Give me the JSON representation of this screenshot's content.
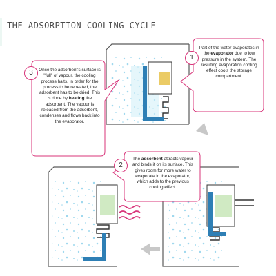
{
  "title": "THE ADSORPTION COOLING CYCLE",
  "colors": {
    "accent": "#d8357a",
    "cabinet": "#5a5a5a",
    "frost": "#9fd8ee",
    "adsorbent": "#e7c24a",
    "pipe": "#2e7fb5",
    "arrow": "#c8c8c8"
  },
  "steps": [
    {
      "number": "1",
      "pre": "Part of the water evaporates in the ",
      "keyword": "evaporator",
      "post": " due to low pressure in the system. The resulting evaporation cooling effect cools the storage compartment."
    },
    {
      "number": "2",
      "pre": "The ",
      "keyword": "adsorbent",
      "post": " attracts vapour and binds it on its surface. This gives room for more water to evaporate in the evaporator, which adds to the previous cooling effect."
    },
    {
      "number": "3",
      "pre": "Once the adsorbent's surface is \"full\" of vapour, the cooling process halts. In order for the process to be repeated, the adsorbent has to be dried. This is done by ",
      "keyword": "heating",
      "post": " the adsorbent. The vapour is released from the adsorbent, condenses and flows back into the evaporator."
    }
  ]
}
